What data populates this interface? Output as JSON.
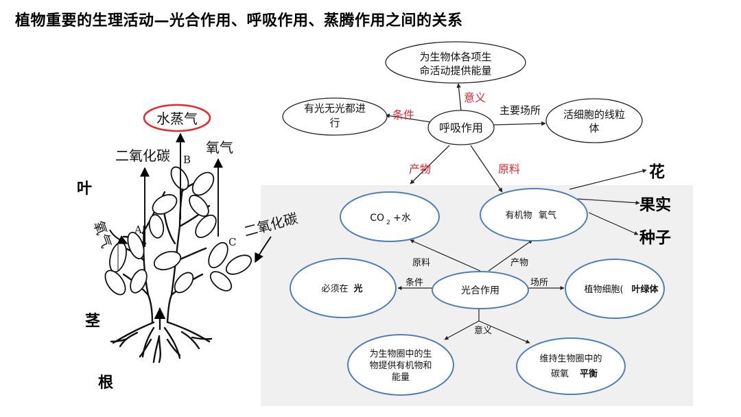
{
  "title": "植物重要的生理活动—光合作用、呼吸作用、蒸腾作用之间的关系",
  "plant": {
    "label_ye": "叶",
    "label_jing": "茎",
    "label_gen": "根",
    "water_vapor": "水蒸气",
    "co2_left": "二氧化碳",
    "co2_right": "二氧化碳",
    "oxygen_top": "氧气",
    "oxygen_left": "氧气",
    "arrow_a": "A",
    "arrow_b": "B",
    "arrow_c": "C"
  },
  "respiration": {
    "center": "呼吸作用",
    "meaning_node_l1": "为生物体各项生",
    "meaning_node_l2": "命活动提供能量",
    "meaning_label": "意义",
    "condition_node_l1": "有光无光都进",
    "condition_node_l2": "行",
    "condition_label": "条件",
    "site_label": "主要场所",
    "site_node_l1": "活细胞的线粒",
    "site_node_l2": "体",
    "product_label": "产物",
    "material_label": "原料"
  },
  "photosynthesis": {
    "center": "光合作用",
    "co2_node_text": "CO",
    "co2_node_sub": "2",
    "co2_node_rest": "+水",
    "organic_node_a": "有机物",
    "organic_node_b": "氧气",
    "material_label": "原料",
    "product_label": "产物",
    "condition_label": "条件",
    "condition_node_a": "必须在",
    "condition_node_b": "光",
    "site_label": "场所",
    "site_node_a": "植物细胞(",
    "site_node_b": "叶绿体",
    "meaning_label": "意义",
    "meaning1_l1": "为生物圈中的生",
    "meaning1_l2": "物提供有机物和",
    "meaning1_l3": "能量",
    "meaning2_l1": "维持生物圈中的",
    "meaning2_l2": "碳氧",
    "meaning2_l3": "平衡"
  },
  "outputs": {
    "flower": "花",
    "fruit": "果实",
    "seed": "种子"
  },
  "colors": {
    "accent_red": "#e8262b",
    "ellipse_blue": "#4f7fb6",
    "panel_bg": "#f0f0f0",
    "ink": "#000000"
  }
}
